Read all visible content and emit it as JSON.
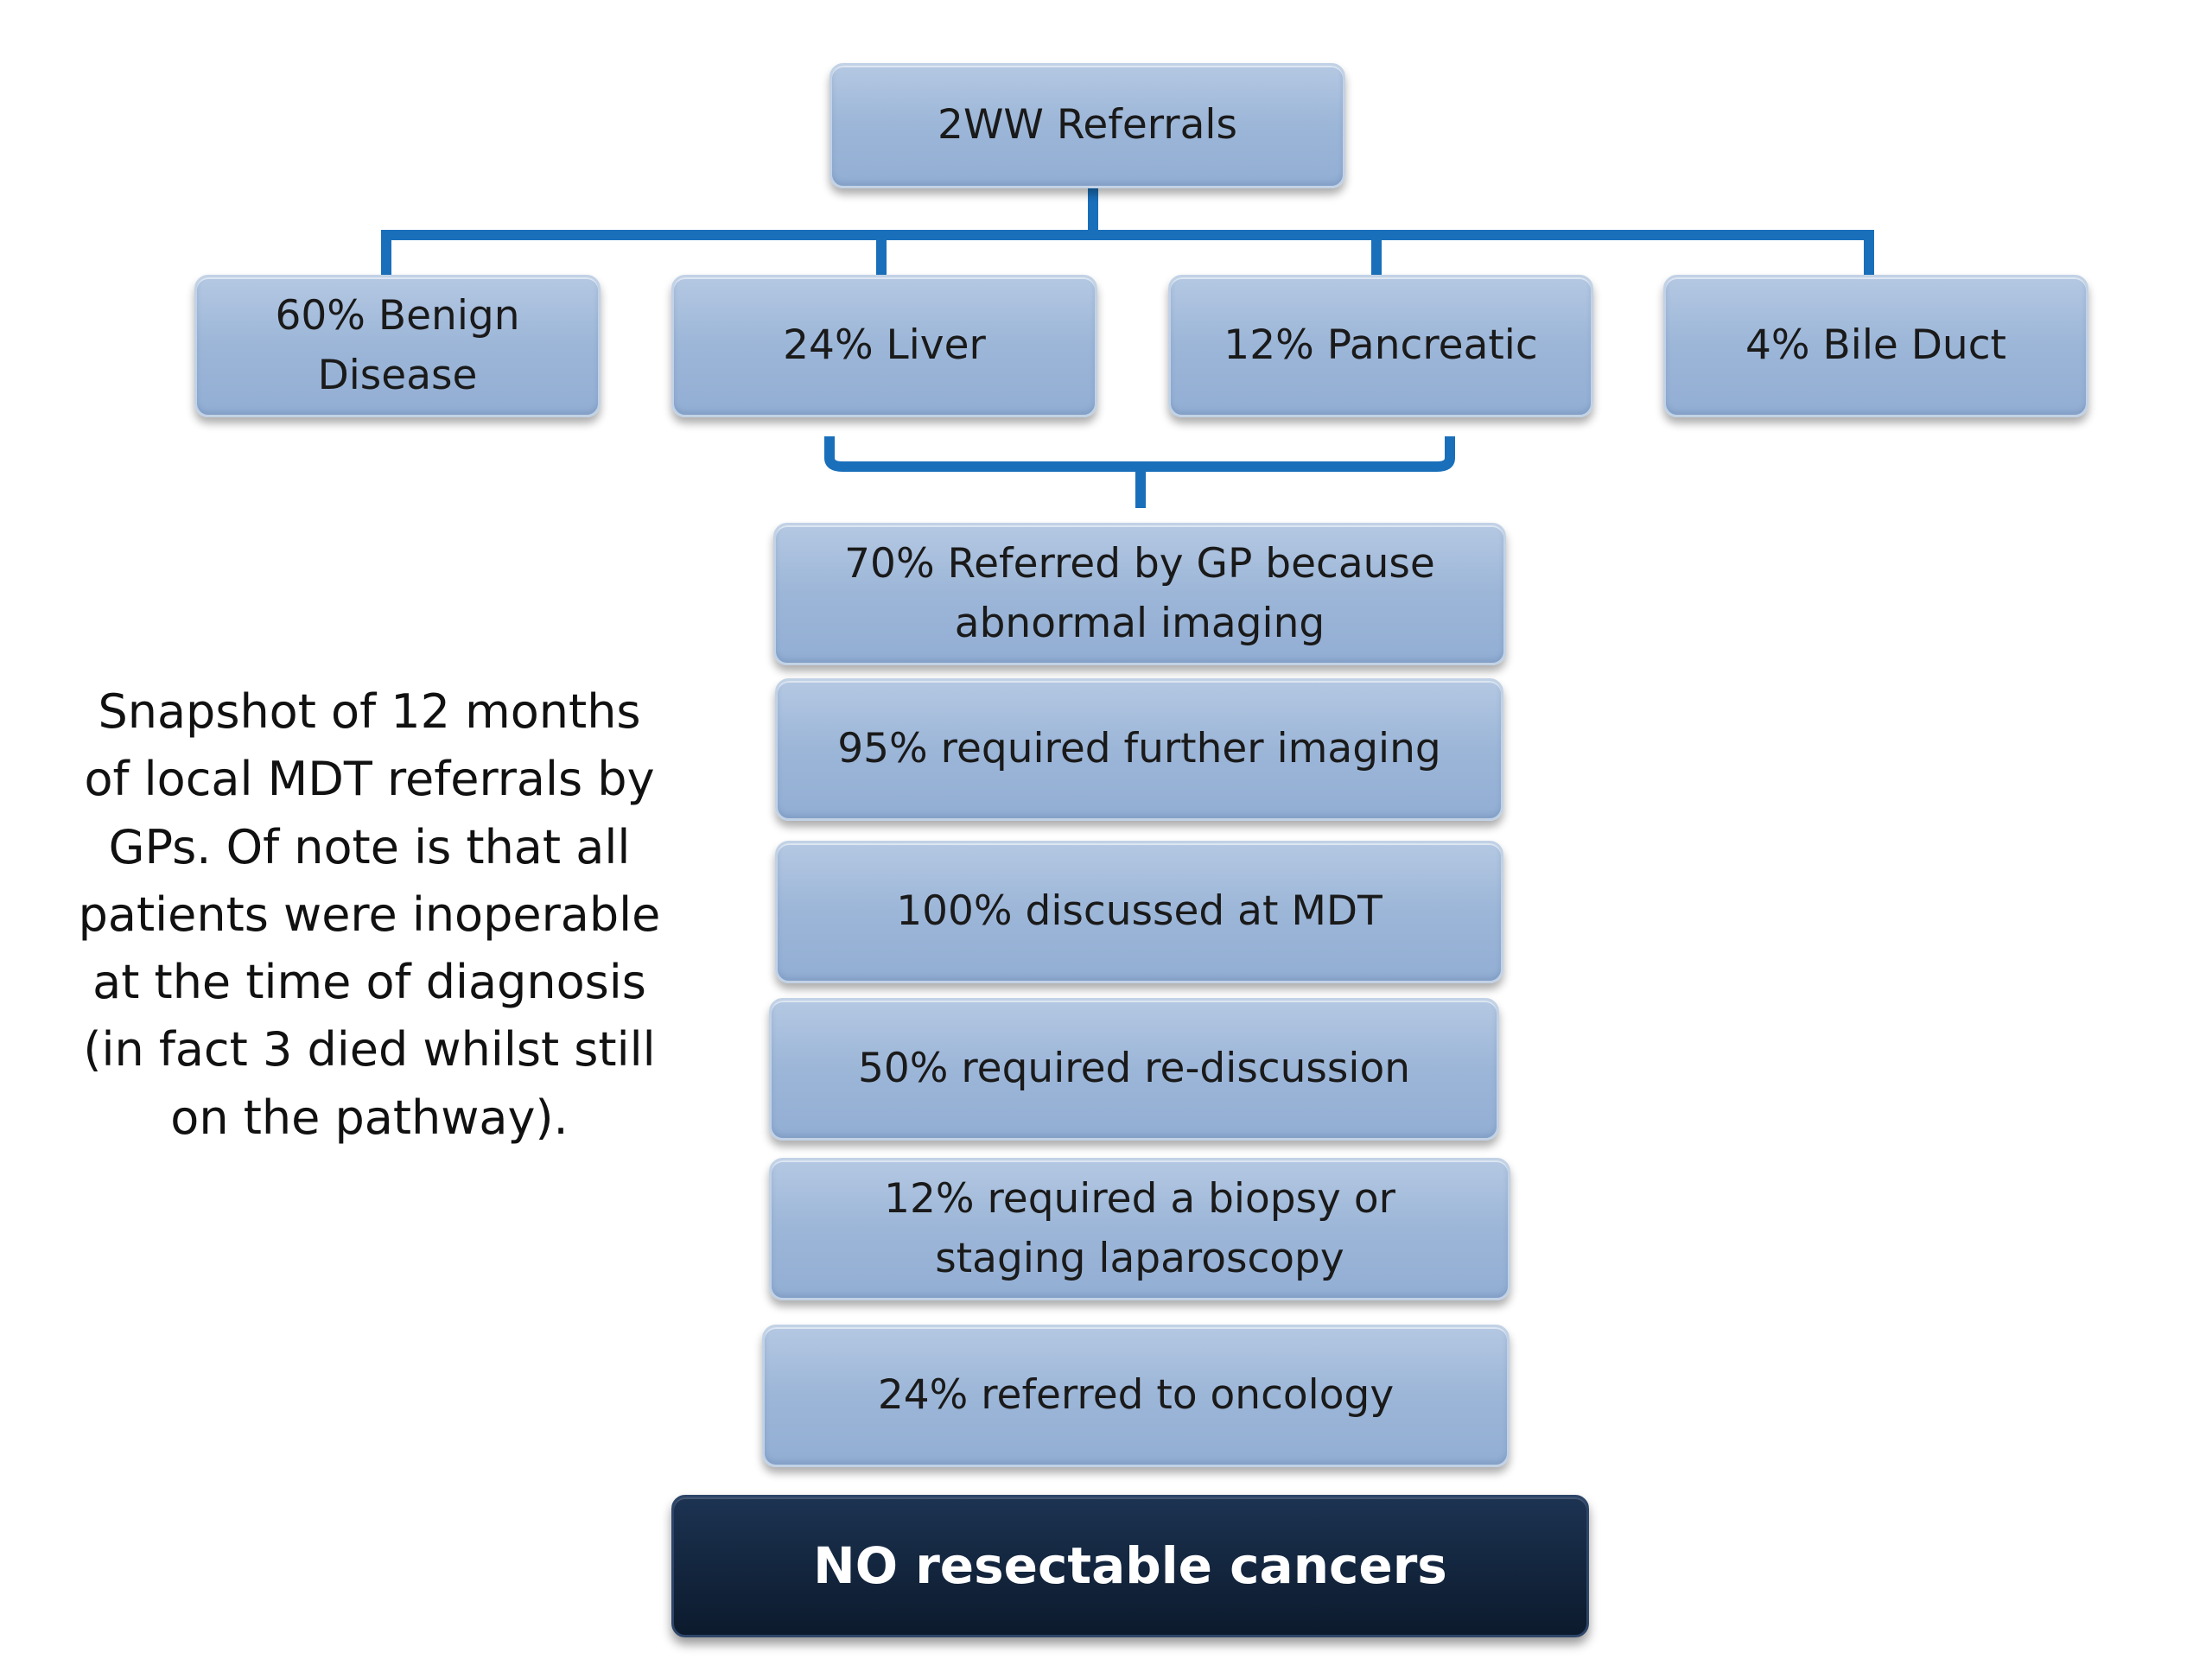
{
  "top": {
    "label": "2WW Referrals"
  },
  "categories": [
    {
      "label": "60% Benign Disease"
    },
    {
      "label": "24% Liver"
    },
    {
      "label": "12% Pancreatic"
    },
    {
      "label": "4% Bile Duct"
    }
  ],
  "pathway": [
    {
      "label": "70% Referred by GP because abnormal imaging"
    },
    {
      "label": "95% required further imaging"
    },
    {
      "label": "100% discussed at MDT"
    },
    {
      "label": "50% required re-discussion"
    },
    {
      "label": "12% required a biopsy or staging laparoscopy"
    },
    {
      "label": "24% referred to oncology"
    }
  ],
  "outcome": {
    "label": "NO resectable cancers"
  },
  "note": "Snapshot of 12 months of local MDT referrals by GPs. Of note is that all patients were inoperable at the time of diagnosis (in fact 3 died whilst still on the pathway).",
  "colors": {
    "connector": "#1a6fba",
    "box": "#9cb6d8",
    "outcome": "#13253d"
  }
}
